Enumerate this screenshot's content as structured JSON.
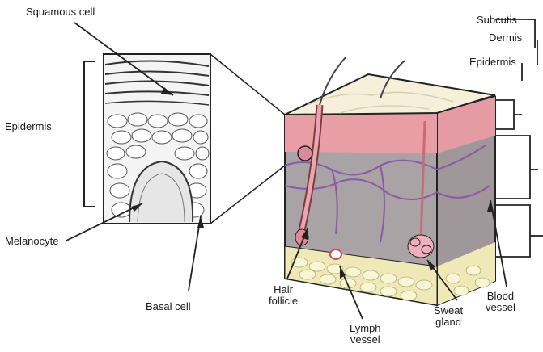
{
  "labels": {
    "squamous_cell": "Squamous cell",
    "epidermis_left": "Epidermis",
    "melanocyte": "Melanocyte",
    "basal_cell": "Basal cell",
    "hair_follicle": "Hair\nfollicle",
    "lymph_vessel": "Lymph\nvessel",
    "sweat_gland": "Sweat\ngland",
    "blood_vessel": "Blood\nvessel",
    "subcutis": "Subcutis",
    "dermis": "Dermis",
    "epidermis_right": "Epidermis"
  },
  "colors": {
    "epidermis_top": "#f6efd9",
    "dermis_pink": "#e99ea6",
    "dermis_gray": "#a9a2a4",
    "vessel_purple": "#8a5aa6",
    "fat_yellow": "#efe9b7",
    "line": "#222222"
  }
}
